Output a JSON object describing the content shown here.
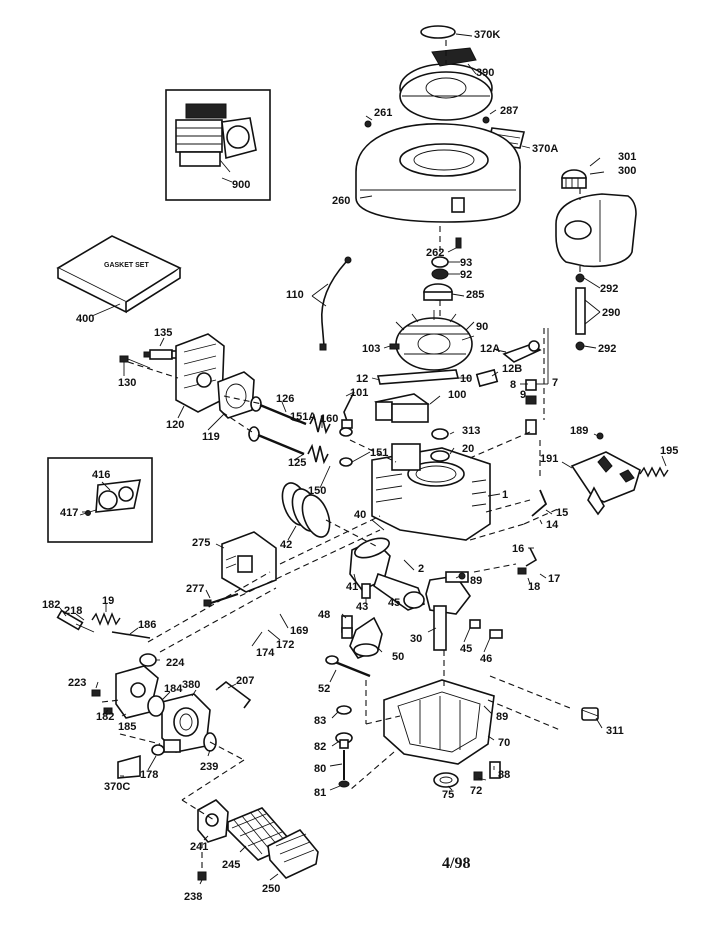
{
  "diagram": {
    "date_code": "4/98",
    "labels": {
      "p370K": "370K",
      "p390": "390",
      "p261": "261",
      "p287": "287",
      "p370A": "370A",
      "p260": "260",
      "p301": "301",
      "p300": "300",
      "p900": "900",
      "p262": "262",
      "p93": "93",
      "p92": "92",
      "p285": "285",
      "p292a": "292",
      "p290": "290",
      "p292b": "292",
      "p400": "400",
      "gasket_set": "GASKET SET",
      "p110": "110",
      "p135": "135",
      "p130": "130",
      "p120": "120",
      "p119": "119",
      "p103": "103",
      "p90": "90",
      "p12A": "12A",
      "p12B": "12B",
      "p12": "12",
      "p10": "10",
      "p8": "8",
      "p7": "7",
      "p9": "9",
      "p101": "101",
      "p100": "100",
      "p126": "126",
      "p151A": "151A",
      "p160": "160",
      "p125": "125",
      "p151": "151",
      "p150": "150",
      "p313": "313",
      "p20": "20",
      "p189": "189",
      "p195": "195",
      "p191": "191",
      "p416": "416",
      "p417": "417",
      "p1": "1",
      "p40": "40",
      "p15": "15",
      "p14": "14",
      "p16": "16",
      "p18": "18",
      "p17": "17",
      "p275": "275",
      "p42": "42",
      "p277": "277",
      "p41": "41",
      "p2": "2",
      "p89a": "89",
      "p43": "43",
      "p45a": "45",
      "p182a": "182",
      "p218": "218",
      "p19": "19",
      "p186": "186",
      "p48": "48",
      "p169": "169",
      "p172": "172",
      "p30": "30",
      "p45b": "45",
      "p46": "46",
      "p174": "174",
      "p224": "224",
      "p50": "50",
      "p223": "223",
      "p380": "380",
      "p184": "184",
      "p207": "207",
      "p52": "52",
      "p182b": "182",
      "p185": "185",
      "p83": "83",
      "p89b": "89",
      "p311": "311",
      "p82": "82",
      "p70": "70",
      "p239": "239",
      "p178": "178",
      "p80": "80",
      "p88": "88",
      "p370C": "370C",
      "p81": "81",
      "p75": "75",
      "p72": "72",
      "p241": "241",
      "p245": "245",
      "p250": "250",
      "p238": "238"
    }
  }
}
